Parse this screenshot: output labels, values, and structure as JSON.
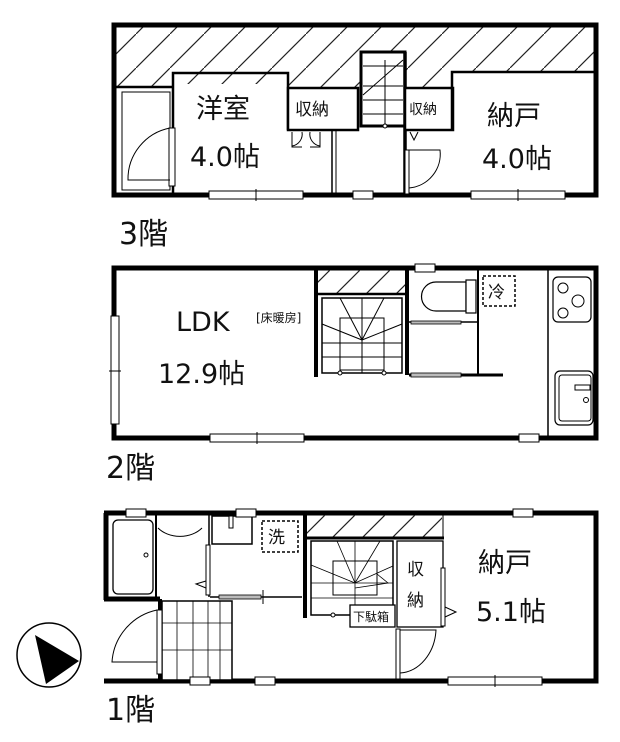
{
  "floors": {
    "f3": {
      "label": "3階",
      "rooms": {
        "western": {
          "name": "洋室",
          "size": "4.0帖"
        },
        "storage_a": {
          "name": "収納"
        },
        "storage_b": {
          "name": "収納"
        },
        "closet": {
          "name": "納戸",
          "size": "4.0帖"
        }
      }
    },
    "f2": {
      "label": "2階",
      "rooms": {
        "ldk": {
          "name": "LDK",
          "note": "[床暖房]",
          "size": "12.9帖"
        },
        "fridge": {
          "name": "冷"
        }
      }
    },
    "f1": {
      "label": "1階",
      "rooms": {
        "washer": {
          "name": "洗"
        },
        "storage": {
          "name_top": "収",
          "name_bottom": "納"
        },
        "shoe_box": {
          "name": "下駄箱"
        },
        "closet": {
          "name": "納戸",
          "size": "5.1帖"
        }
      }
    }
  },
  "compass": {
    "direction": "east",
    "icon": "north-arrow-icon"
  },
  "colors": {
    "wall": "#000000",
    "background": "#ffffff",
    "hatch": "#222222"
  }
}
